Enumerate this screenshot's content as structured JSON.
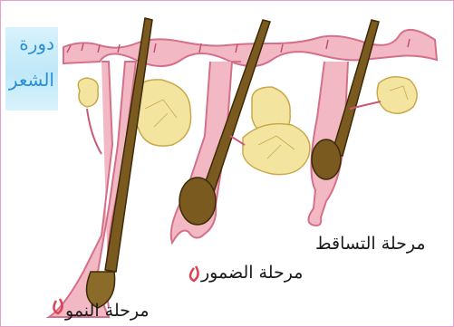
{
  "title": {
    "line1": "دورة",
    "line2": "الشعر"
  },
  "labels": {
    "shedding": "مرحلة التساقط",
    "regression": "مرحلة الضمور",
    "growth": "مرحلة النمو"
  },
  "colors": {
    "border": "#e8a0c8",
    "title_text": "#2a8fd6",
    "title_bg": "#c9ecf9",
    "skin": "#f2b9c4",
    "skin_edge": "#d4708a",
    "hair": "#7a5a1e",
    "gland": "#f3e5a0"
  }
}
